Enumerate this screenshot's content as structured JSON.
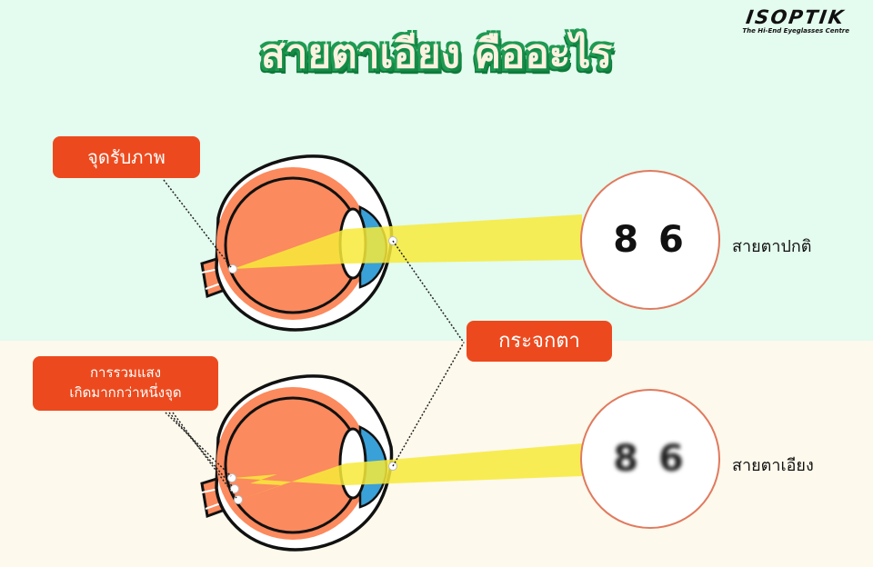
{
  "header": {
    "title": "สายตาเอียง คืออะไร",
    "logo_name": "ISOPTIK",
    "logo_tagline": "The Hi-End Eyeglasses Centre"
  },
  "labels": {
    "retina": "จุดรับภาพ",
    "multi_focus_line1": "การรวมแสง",
    "multi_focus_line2": "เกิดมากกว่าหนึ่งจุด",
    "cornea": "กระจกตา"
  },
  "panels": {
    "normal": {
      "chart_text": "8 6",
      "caption": "สายตาปกติ",
      "blurred": false
    },
    "astigmatism": {
      "chart_text": "8 6",
      "caption": "สายตาเอียง",
      "blurred": true
    }
  },
  "colors": {
    "top_background": "#e4fbef",
    "bottom_background": "#fdf9ec",
    "title_green": "#1a8a4a",
    "label_orange": "#ec4a1e",
    "eye_orange": "#fb8a5e",
    "cornea_blue": "#3aa0d8",
    "light_yellow": "#f7ea3a",
    "circle_border": "#e07a5f"
  }
}
